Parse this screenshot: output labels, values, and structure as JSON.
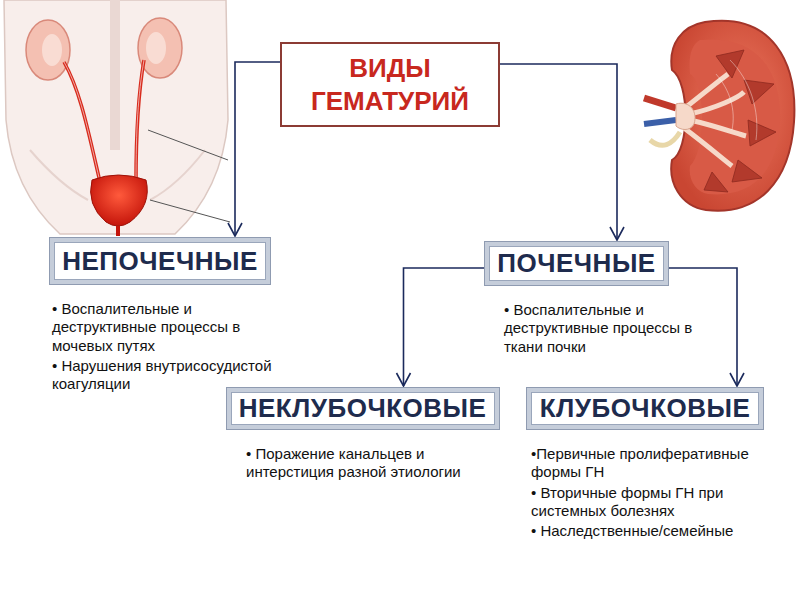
{
  "diagram": {
    "nodes": [
      {
        "text": [
          "ВИДЫ ГЕМАТУРИЙ"
        ]
      },
      {
        "text": [
          "НЕПОЧЕЧНЫЕ",
          "• Воспалительные и деструктивные процессы в мочевых путях",
          "• Нарушения внутрисосудистой коагуляции"
        ]
      },
      {
        "text": [
          "ПОЧЕЧНЫЕ",
          "• Воспалительные и деструктивные процессы в ткани почки"
        ]
      },
      {
        "text": [
          "НЕКЛУБОЧКОВЫЕ",
          "• Поражение канальцев и интерстиция разной этиологии"
        ]
      },
      {
        "text": [
          "КЛУБОЧКОВЫЕ",
          "•Первичные пролиферативные формы ГН",
          "• Вторичные формы ГН при системных болезнях",
          "• Наследственные/семейные"
        ]
      }
    ],
    "edges": [
      {
        "from": 0,
        "to": 1,
        "arrow": "to"
      },
      {
        "from": 0,
        "to": 2,
        "arrow": "to"
      },
      {
        "from": 2,
        "to": 3,
        "arrow": "to"
      },
      {
        "from": 2,
        "to": 4,
        "arrow": "to"
      }
    ]
  }
}
